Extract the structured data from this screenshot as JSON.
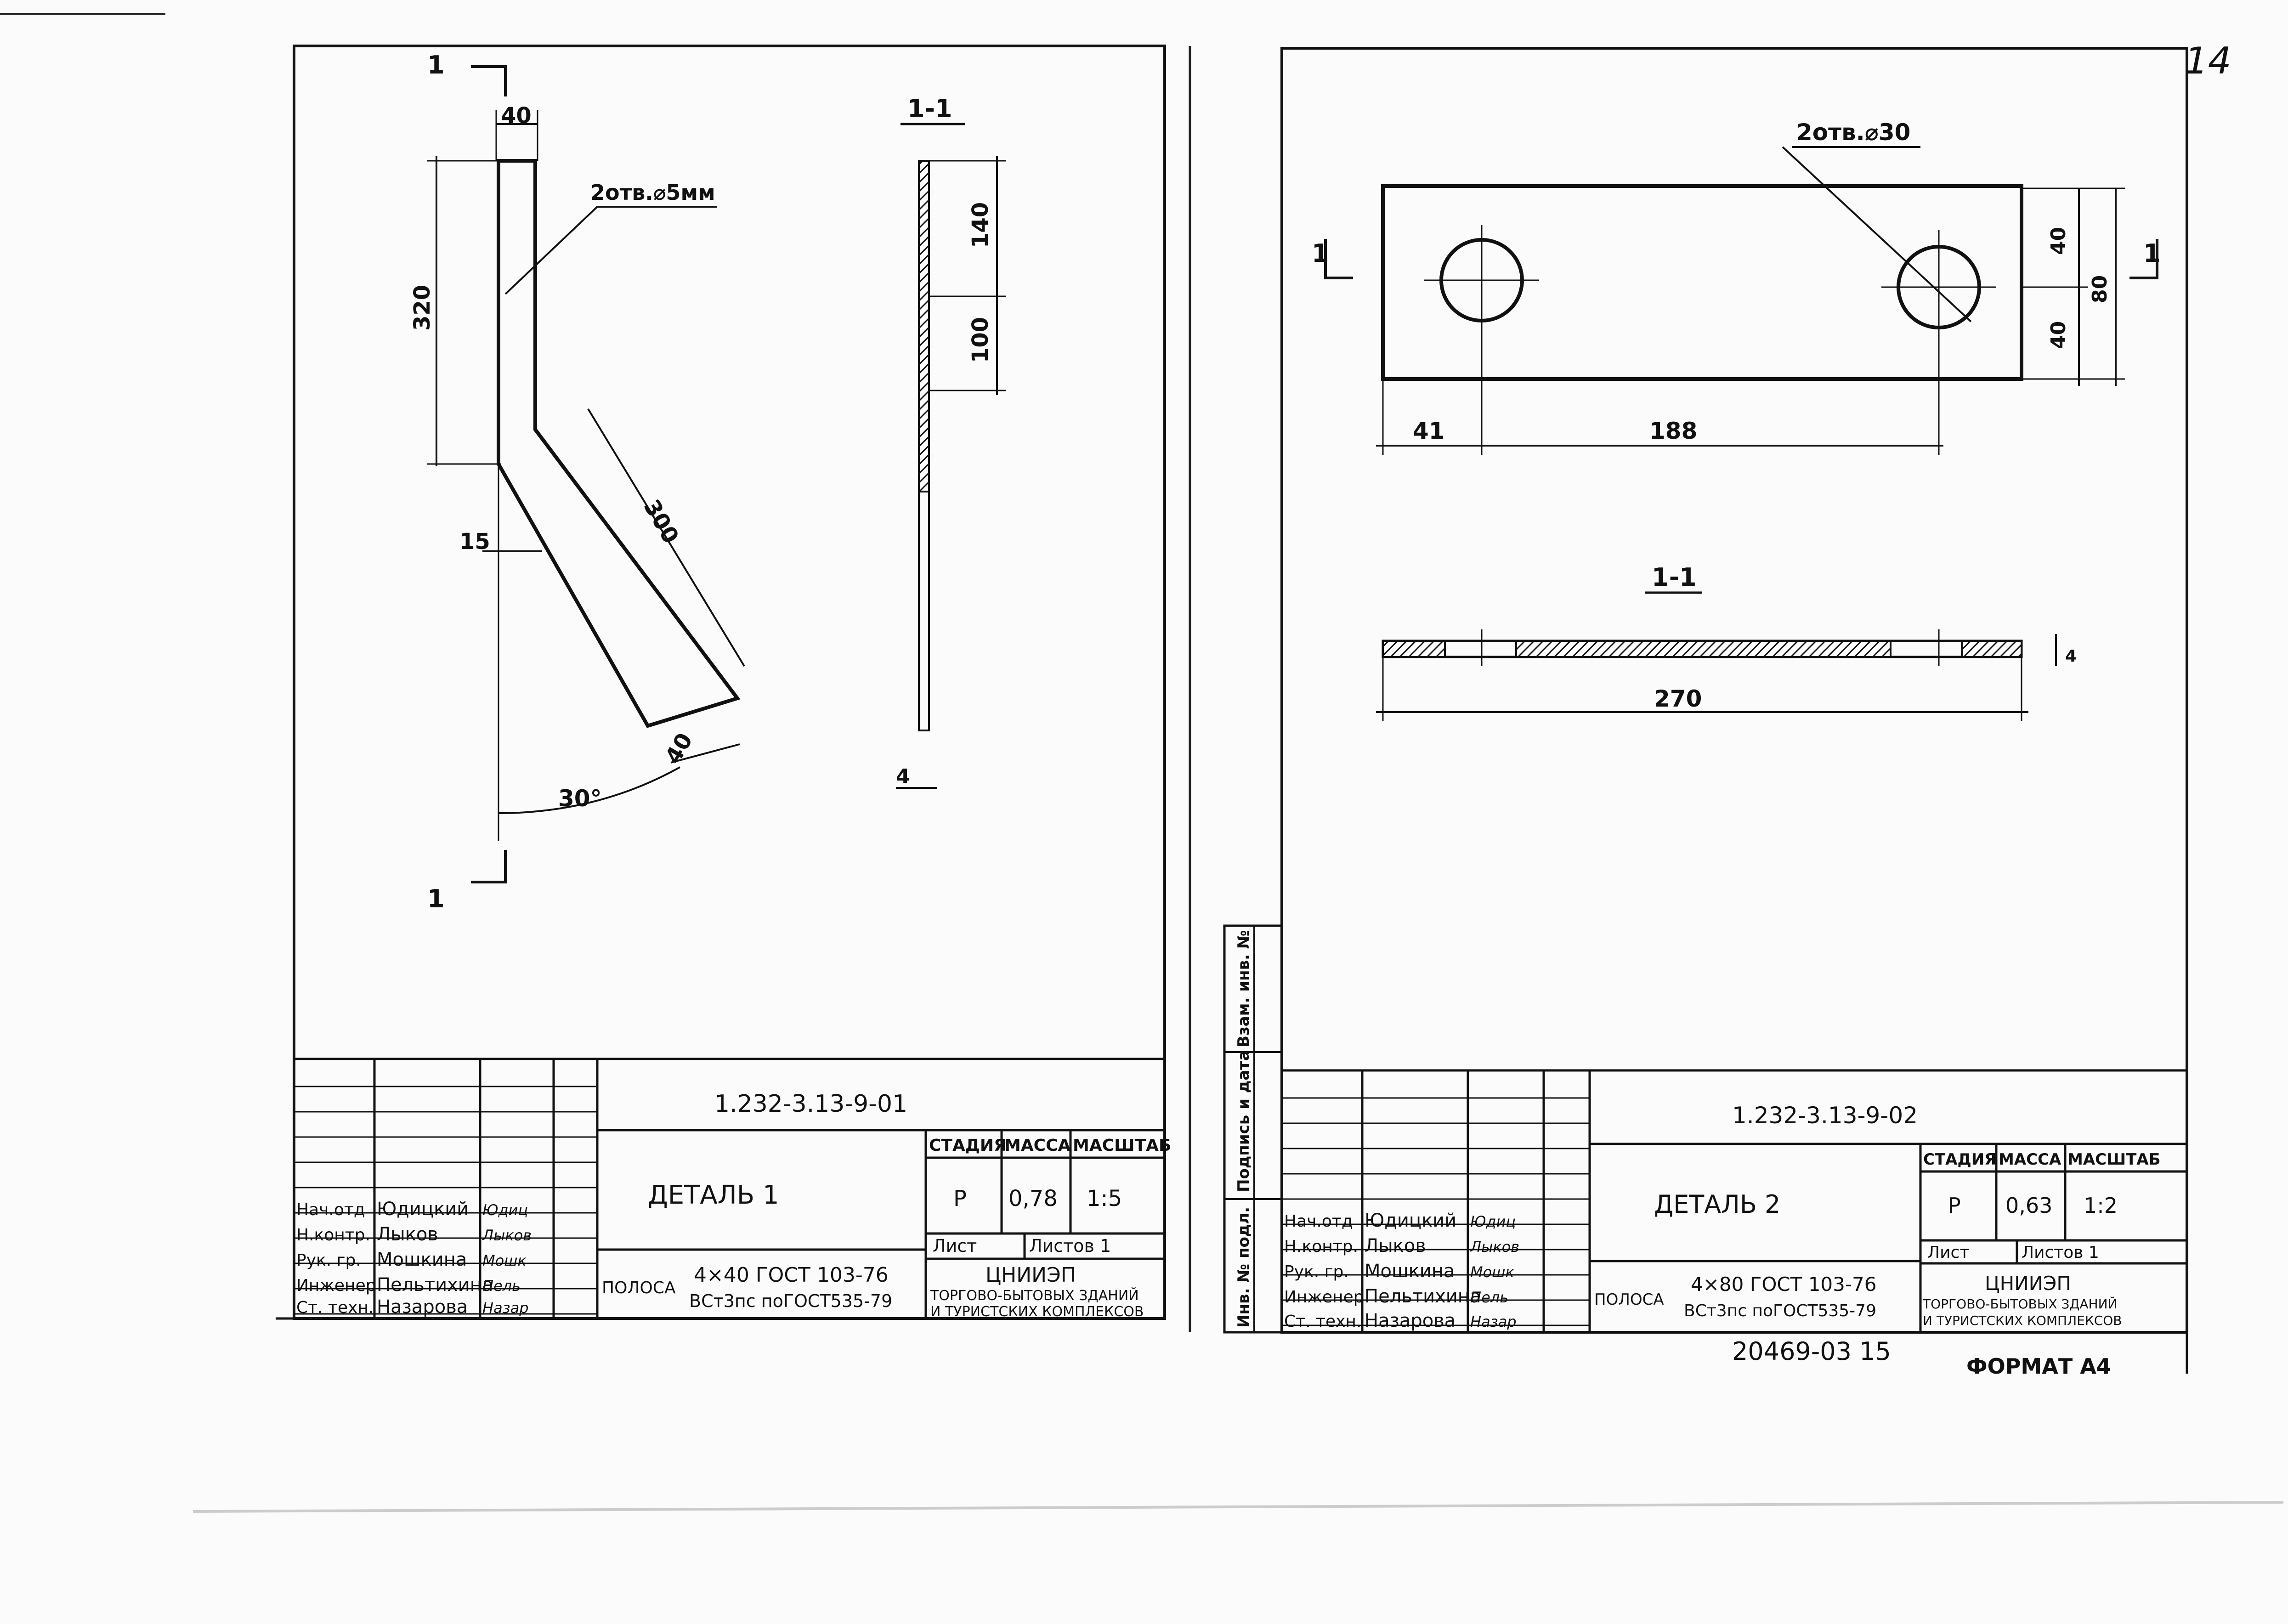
{
  "page_number": "14",
  "format_label": "ФОРМАТ А4",
  "stamp_number": "20469-03  15",
  "left_margin_labels": {
    "inv_podl": "Инв. № подл.",
    "podpis_data": "Подпись и дата",
    "vzam_inv": "Взам. инв. №"
  },
  "detail1": {
    "section_mark": "1",
    "section_title": "1-1",
    "hole_note": "2отв.⌀5мм",
    "dims": {
      "w_top": "40",
      "len_vert": "320",
      "offset": "15",
      "len_bent": "300",
      "w_bent": "40",
      "angle": "30°",
      "sec_top": "140",
      "sec_mid": "100",
      "thickness": "4"
    },
    "doc_code": "1.232-3.13-9-01",
    "title": "ДЕТАЛЬ 1",
    "stage_hdr": "СТАДИЯ",
    "mass_hdr": "МАССА",
    "scale_hdr": "МАСШТАБ",
    "stage": "Р",
    "mass": "0,78",
    "scale": "1:5",
    "sheet_lbl": "Лист",
    "sheets_lbl": "Листов 1",
    "material_prefix": "ПОЛОСА",
    "material_line1": "4×40 ГОСТ 103-76",
    "material_line2": "ВСт3пс  поГОСТ535-79",
    "org_name": "ЦНИИЭП",
    "org_line1": "ТОРГОВО-БЫТОВЫХ ЗДАНИЙ",
    "org_line2": "И ТУРИСТСКИХ КОМПЛЕКСОВ",
    "people": [
      {
        "role": "Нач.отд",
        "name": "Юдицкий",
        "sign": "Юдиц"
      },
      {
        "role": "Н.контр.",
        "name": "Лыков",
        "sign": "Лыков"
      },
      {
        "role": "Рук. гр.",
        "name": "Мошкина",
        "sign": "Мошк"
      },
      {
        "role": "Инженер",
        "name": "Пельтихина",
        "sign": "Пель"
      },
      {
        "role": "Ст. техн.",
        "name": "Назарова",
        "sign": "Назар"
      }
    ]
  },
  "detail2": {
    "section_mark": "1",
    "section_title": "1-1",
    "hole_note": "2отв.⌀30",
    "dims": {
      "h_half1": "40",
      "h_half2": "40",
      "h_total": "80",
      "edge": "41",
      "spacing": "188",
      "length": "270",
      "thickness": "4"
    },
    "doc_code": "1.232-3.13-9-02",
    "title": "ДЕТАЛЬ 2",
    "stage_hdr": "СТАДИЯ",
    "mass_hdr": "МАССА",
    "scale_hdr": "МАСШТАБ",
    "stage": "Р",
    "mass": "0,63",
    "scale": "1:2",
    "sheet_lbl": "Лист",
    "sheets_lbl": "Листов 1",
    "material_prefix": "ПОЛОСА",
    "material_line1": "4×80 ГОСТ 103-76",
    "material_line2": "ВСт3пс  поГОСТ535-79",
    "org_name": "ЦНИИЭП",
    "org_line1": "ТОРГОВО-БЫТОВЫХ ЗДАНИЙ",
    "org_line2": "И ТУРИСТСКИХ КОМПЛЕКСОВ",
    "people": [
      {
        "role": "Нач.отд",
        "name": "Юдицкий",
        "sign": "Юдиц"
      },
      {
        "role": "Н.контр.",
        "name": "Лыков",
        "sign": "Лыков"
      },
      {
        "role": "Рук. гр.",
        "name": "Мошкина",
        "sign": "Мошк"
      },
      {
        "role": "Инженер",
        "name": "Пельтихина",
        "sign": "Пель"
      },
      {
        "role": "Ст. техн.",
        "name": "Назарова",
        "sign": "Назар"
      }
    ]
  }
}
